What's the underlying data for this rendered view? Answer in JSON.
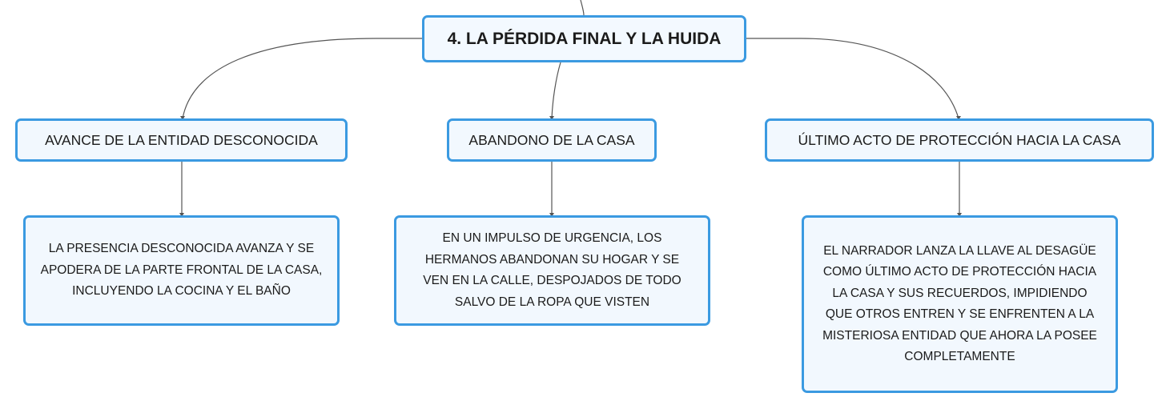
{
  "colors": {
    "node_border": "#3b9ae1",
    "node_fill": "#f2f8fe",
    "connector": "#555555",
    "text": "#1b1b1b"
  },
  "root": {
    "label": "4. LA PÉRDIDA FINAL Y LA HUIDA"
  },
  "topics": [
    {
      "label": "AVANCE DE LA ENTIDAD DESCONOCIDA",
      "detail": "LA PRESENCIA DESCONOCIDA AVANZA Y SE\nAPODERA DE LA PARTE FRONTAL DE LA CASA,\nINCLUYENDO LA COCINA Y EL BAÑO"
    },
    {
      "label": "ABANDONO DE LA CASA",
      "detail": "EN UN IMPULSO DE URGENCIA, LOS\nHERMANOS ABANDONAN SU HOGAR Y SE\nVEN EN LA CALLE, DESPOJADOS DE TODO\nSALVO DE LA ROPA QUE VISTEN"
    },
    {
      "label": "ÚLTIMO ACTO DE PROTECCIÓN HACIA LA CASA",
      "detail": "EL NARRADOR LANZA LA LLAVE AL DESAGÜE\nCOMO ÚLTIMO ACTO DE PROTECCIÓN HACIA\nLA CASA Y SUS RECUERDOS, IMPIDIENDO\nQUE OTROS ENTREN Y SE ENFRENTEN A LA\nMISTERIOSA ENTIDAD QUE AHORA LA POSEE\nCOMPLETAMENTE"
    }
  ]
}
